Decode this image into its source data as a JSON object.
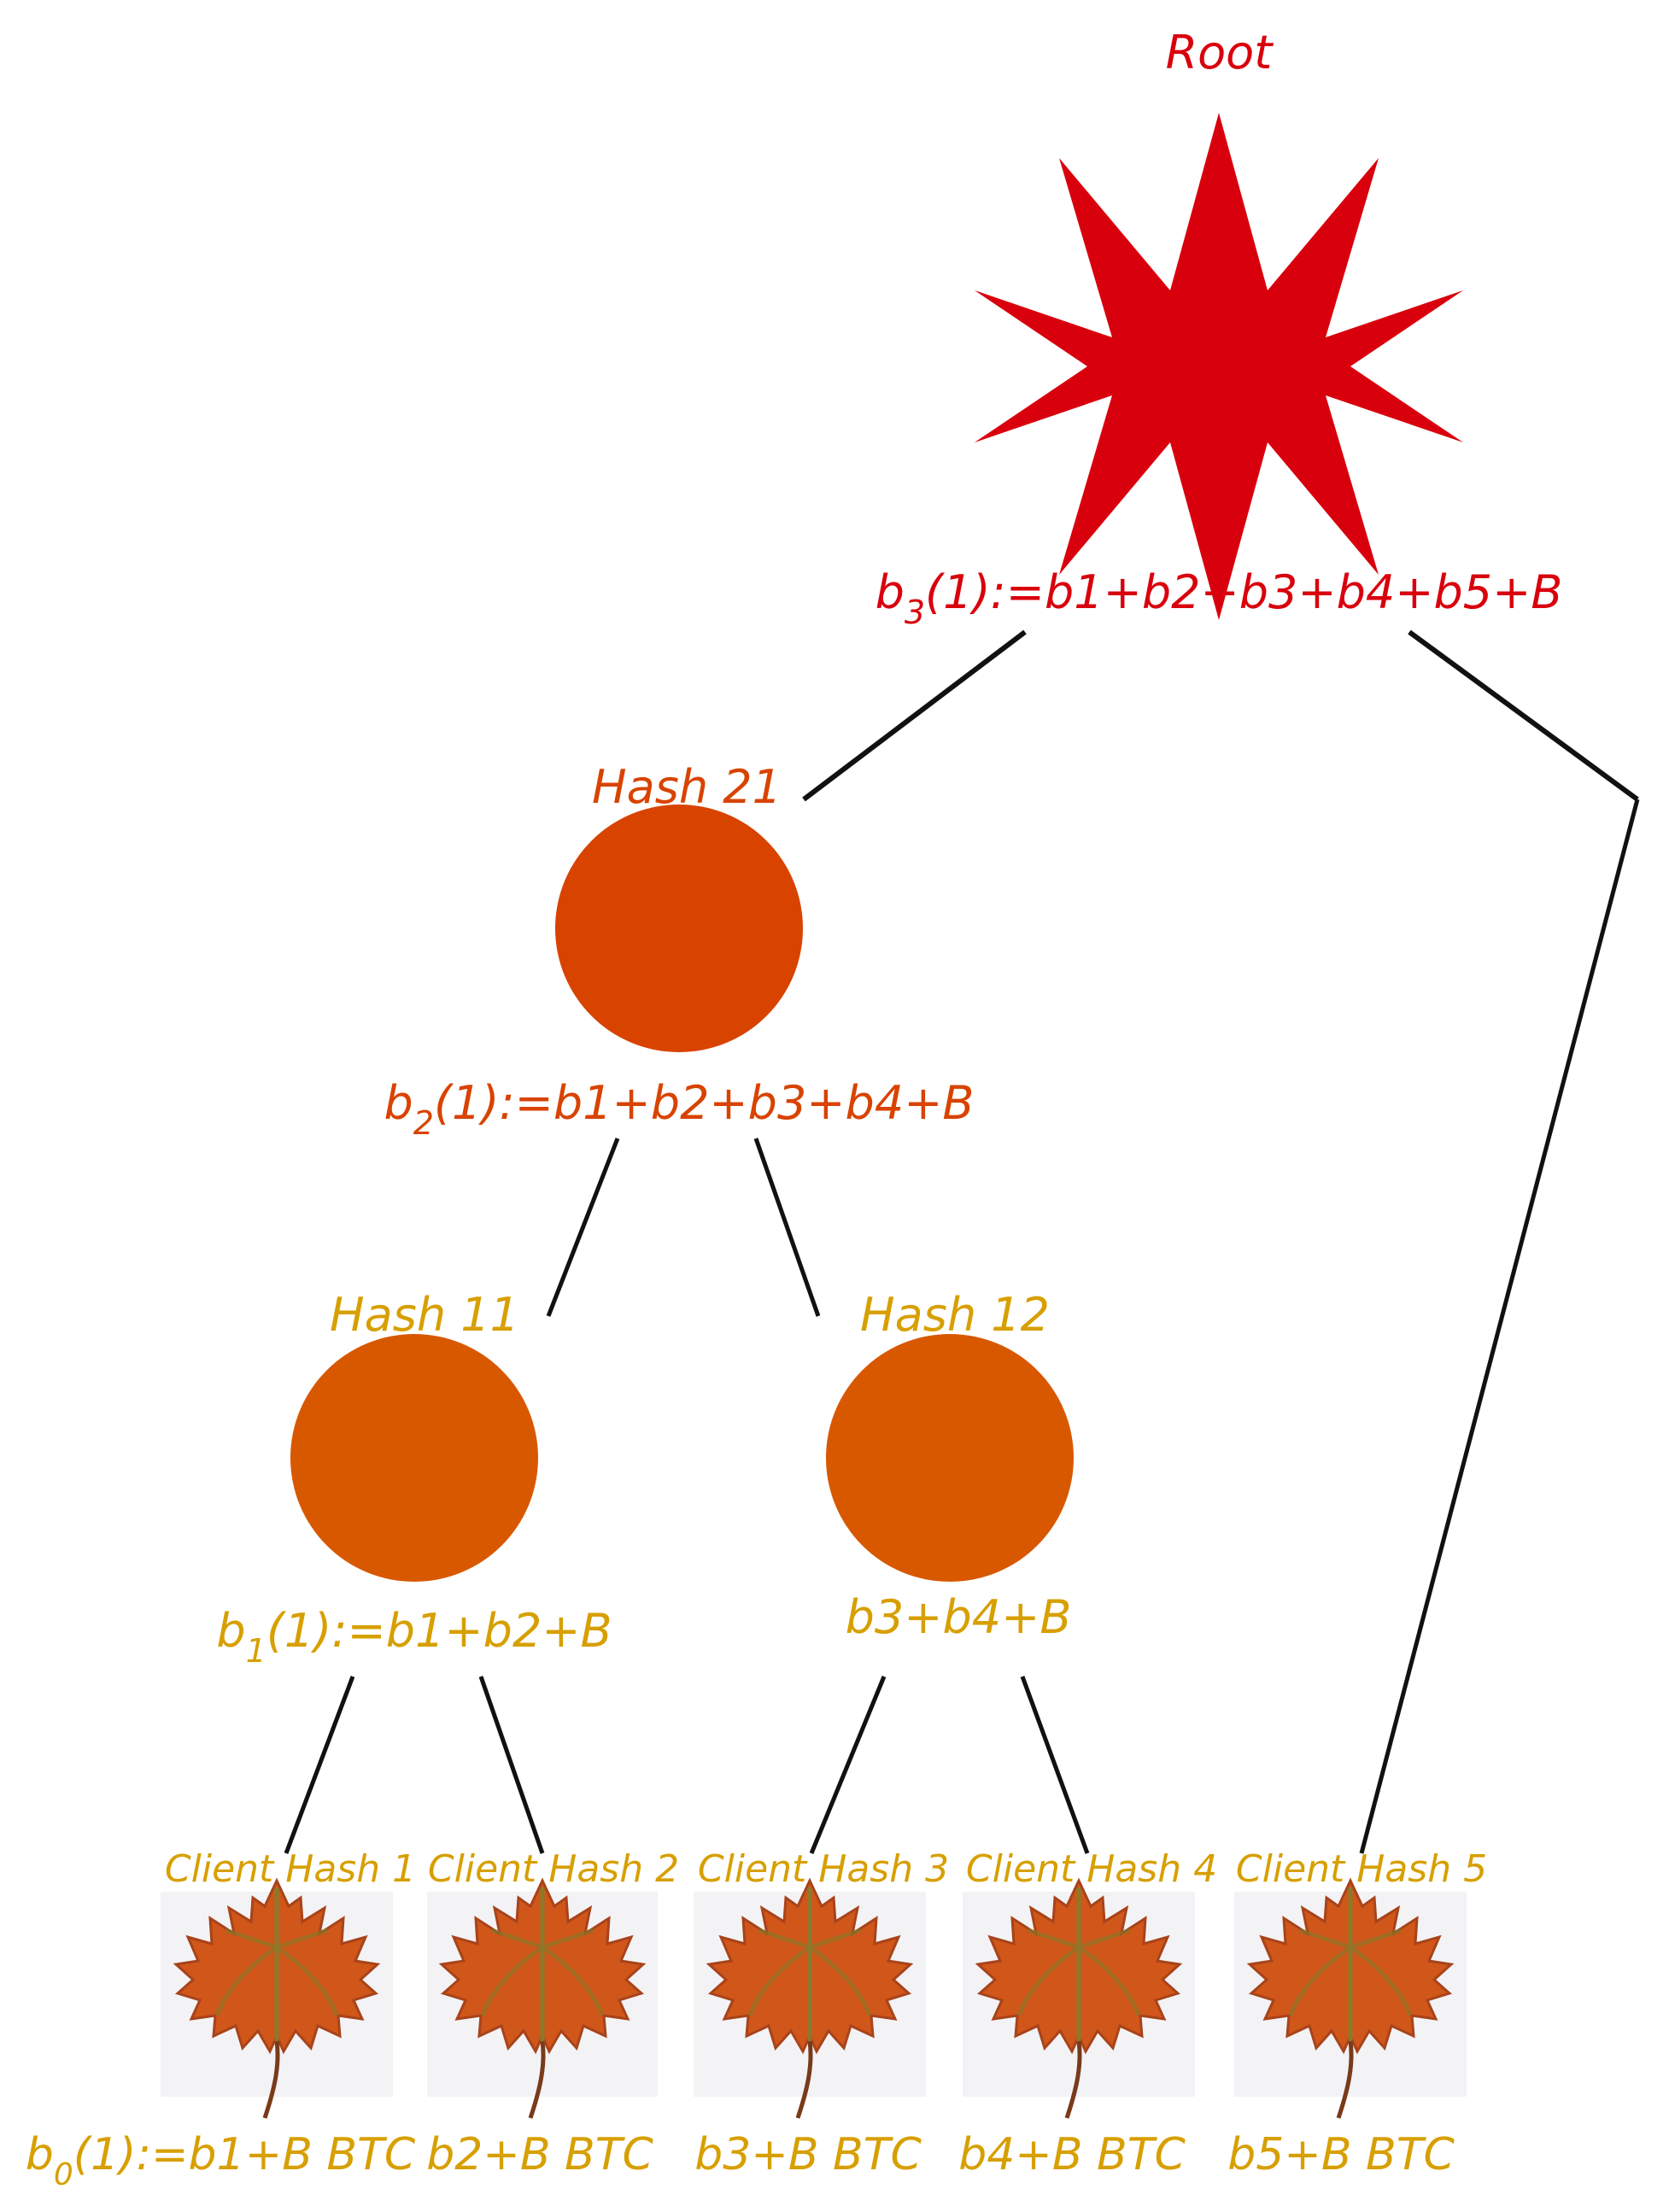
{
  "colors": {
    "root": "#d9000d",
    "level2": "#d84300",
    "level1": "#d85800",
    "label_gold": "#d79f00",
    "edge": "#111111",
    "leaf_bg": "#f3f3f6"
  },
  "root": {
    "title": "Root",
    "sum_base": "b",
    "sum_sub": "3",
    "sum_rest": "(1):=b1+b2+b3+b4+b5+B",
    "icon": "star-icon"
  },
  "hash21": {
    "title": "Hash 21",
    "sum_base": "b",
    "sum_sub": "2",
    "sum_rest": "(1):=b1+b2+b3+b4+B"
  },
  "hash11": {
    "title": "Hash 11",
    "sum_base": "b",
    "sum_sub": "1",
    "sum_rest": "(1):=b1+b2+B"
  },
  "hash12": {
    "title": "Hash 12",
    "sum": "b3+b4+B"
  },
  "leaves": [
    {
      "title": "Client Hash 1",
      "sum_base": "b",
      "sum_sub": "0",
      "sum_rest": "(1):=b1+B BTC",
      "icon": "maple-leaf-icon"
    },
    {
      "title": "Client Hash 2",
      "sum": "b2+B BTC",
      "icon": "maple-leaf-icon"
    },
    {
      "title": "Client Hash 3",
      "sum": "b3+B BTC",
      "icon": "maple-leaf-icon"
    },
    {
      "title": "Client Hash 4",
      "sum": "b4+B BTC",
      "icon": "maple-leaf-icon"
    },
    {
      "title": "Client Hash 5",
      "sum": "b5+B BTC",
      "icon": "maple-leaf-icon"
    }
  ]
}
